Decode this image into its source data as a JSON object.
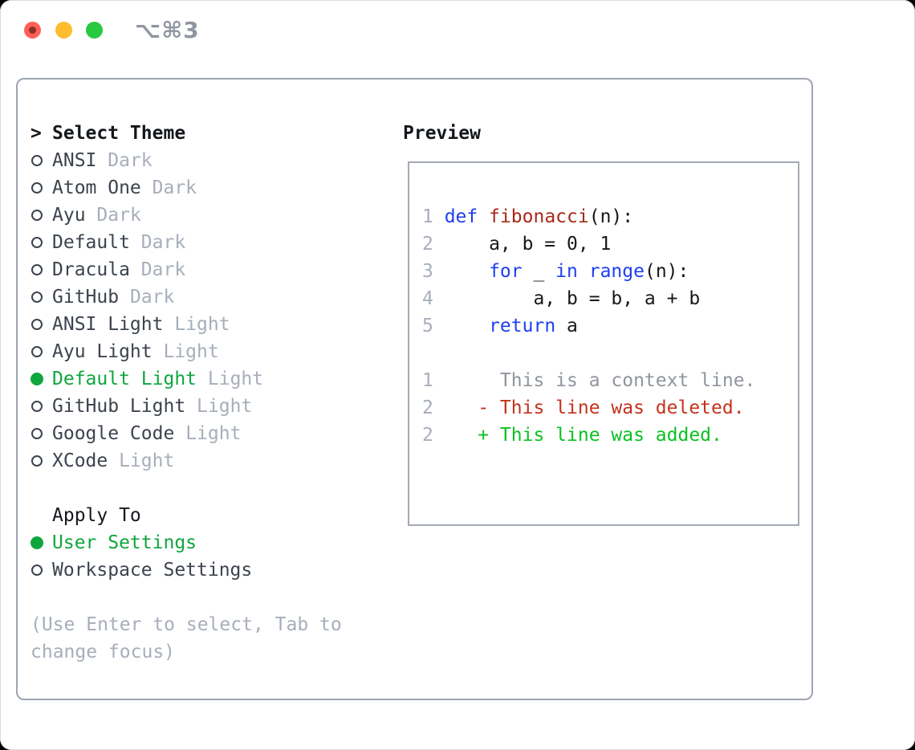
{
  "titlebar": {
    "shortcut": "⌥⌘3"
  },
  "colors": {
    "traffic-red": "#ff5f57",
    "traffic-red-dot": "#8e2f25",
    "traffic-yellow": "#febc2e",
    "traffic-green": "#28c840",
    "titlebar-gray": "#9096a0",
    "border-panel": "#9da5b2",
    "border-box": "#a3aab6",
    "text-strong": "#14171c",
    "text-dark": "#3c434e",
    "muted": "#a7aebb",
    "accent-green": "#0fa63e",
    "code-plain": "#16181d",
    "kw-blue": "#1e3ff0",
    "fn-red": "#a8281b",
    "ctx-gray": "#8f959e",
    "del-red": "#c3331d",
    "add-green": "#0cc122"
  },
  "theme_list": {
    "marker": ">",
    "title": "Select Theme",
    "items": [
      {
        "name": "ANSI",
        "variant": "Dark",
        "selected": false
      },
      {
        "name": "Atom One",
        "variant": "Dark",
        "selected": false
      },
      {
        "name": "Ayu",
        "variant": "Dark",
        "selected": false
      },
      {
        "name": "Default",
        "variant": "Dark",
        "selected": false
      },
      {
        "name": "Dracula",
        "variant": "Dark",
        "selected": false
      },
      {
        "name": "GitHub",
        "variant": "Dark",
        "selected": false
      },
      {
        "name": "ANSI Light",
        "variant": "Light",
        "selected": false
      },
      {
        "name": "Ayu Light",
        "variant": "Light",
        "selected": false
      },
      {
        "name": "Default Light",
        "variant": "Light",
        "selected": true
      },
      {
        "name": "GitHub Light",
        "variant": "Light",
        "selected": false
      },
      {
        "name": "Google Code",
        "variant": "Light",
        "selected": false
      },
      {
        "name": "XCode",
        "variant": "Light",
        "selected": false
      }
    ]
  },
  "apply_to": {
    "title": "Apply To",
    "options": [
      {
        "label": "User Settings",
        "selected": true
      },
      {
        "label": "Workspace Settings",
        "selected": false
      }
    ]
  },
  "help_lines": [
    "(Use Enter to select, Tab to",
    "change focus)"
  ],
  "preview": {
    "title": "Preview",
    "code_lines": [
      {
        "num": "1",
        "tokens": [
          {
            "t": "def",
            "c": "kw"
          },
          {
            "t": " ",
            "c": "plain"
          },
          {
            "t": "fibonacci",
            "c": "fn"
          },
          {
            "t": "(n):",
            "c": "plain"
          }
        ]
      },
      {
        "num": "2",
        "tokens": [
          {
            "t": "    a, b = 0, 1",
            "c": "plain"
          }
        ]
      },
      {
        "num": "3",
        "tokens": [
          {
            "t": "    ",
            "c": "plain"
          },
          {
            "t": "for",
            "c": "kw"
          },
          {
            "t": " _ ",
            "c": "plain"
          },
          {
            "t": "in",
            "c": "kw"
          },
          {
            "t": " ",
            "c": "plain"
          },
          {
            "t": "range",
            "c": "kw"
          },
          {
            "t": "(n):",
            "c": "plain"
          }
        ]
      },
      {
        "num": "4",
        "tokens": [
          {
            "t": "        a, b = b, a + b",
            "c": "plain"
          }
        ]
      },
      {
        "num": "5",
        "tokens": [
          {
            "t": "    ",
            "c": "plain"
          },
          {
            "t": "return",
            "c": "kw"
          },
          {
            "t": " a",
            "c": "plain"
          }
        ]
      }
    ],
    "diff_lines": [
      {
        "num": "1",
        "text": "     This is a context line.",
        "type": "context"
      },
      {
        "num": "2",
        "text": "   - This line was deleted.",
        "type": "deleted"
      },
      {
        "num": "2",
        "text": "   + This line was added.",
        "type": "added"
      }
    ]
  }
}
